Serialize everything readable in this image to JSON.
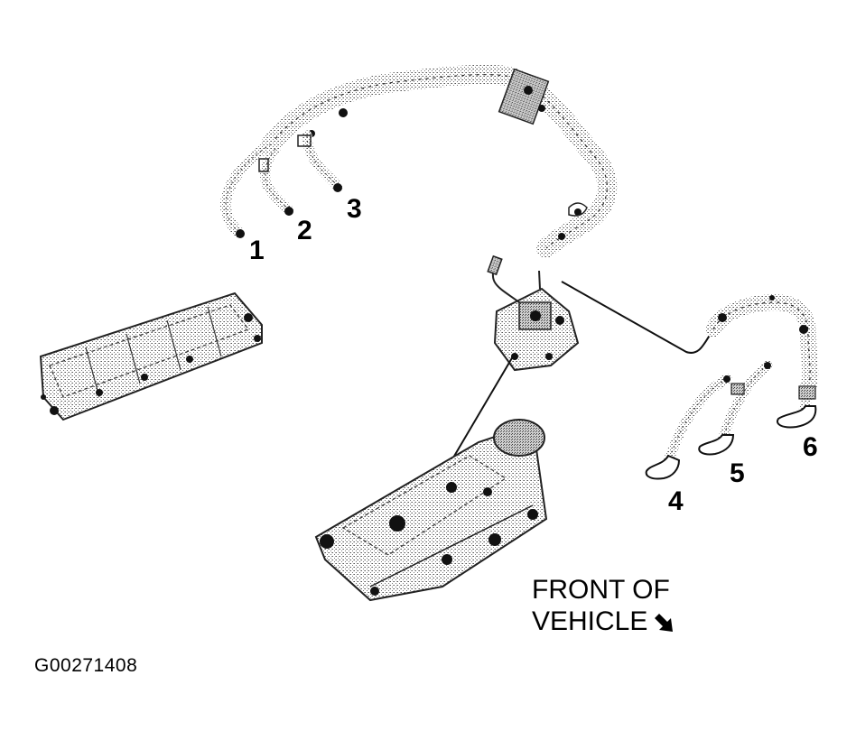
{
  "diagram": {
    "cylinder_labels": [
      "1",
      "2",
      "3",
      "4",
      "5",
      "6"
    ],
    "front_label": {
      "line1": "FRONT OF",
      "line2": "VEHICLE"
    },
    "figure_id": "G00271408",
    "icons": {
      "front_arrow": "arrow-down-right-icon"
    },
    "colors": {
      "ink": "#000000",
      "shade": "#8a8a8a",
      "background": "#ffffff"
    }
  }
}
